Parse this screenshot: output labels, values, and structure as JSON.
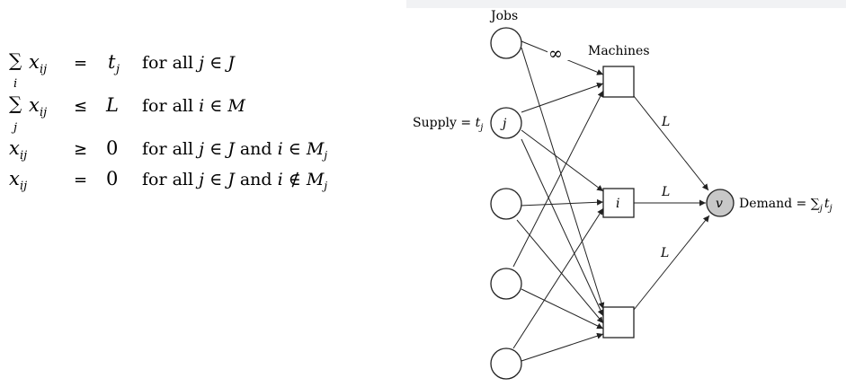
{
  "equations": [
    {
      "lhs": {
        "sum": "∑",
        "sum_index": "i",
        "var": "x",
        "sub": "ij"
      },
      "rel": "=",
      "rhs": {
        "var": "t",
        "sub": "j"
      },
      "cond": {
        "prefix": "for all ",
        "v1": "j",
        "mid": " ∈ ",
        "set": "J"
      }
    },
    {
      "lhs": {
        "sum": "∑",
        "sum_index": "j",
        "var": "x",
        "sub": "ij"
      },
      "rel": "≤",
      "rhs": {
        "var": "L"
      },
      "cond": {
        "prefix": "for all ",
        "v1": "i",
        "mid": " ∈ ",
        "set": "M"
      }
    },
    {
      "lhs": {
        "var": "x",
        "sub": "ij"
      },
      "rel": "≥",
      "rhs": {
        "num": "0"
      },
      "cond": {
        "prefix": "for all ",
        "v1": "j",
        "mid": " ∈ ",
        "set": "J",
        "and": " and ",
        "v2": "i",
        "mid2": " ∈ ",
        "set2": "M",
        "set2_sub": "j"
      }
    },
    {
      "lhs": {
        "var": "x",
        "sub": "ij"
      },
      "rel": "=",
      "rhs": {
        "num": "0"
      },
      "cond": {
        "prefix": "for all ",
        "v1": "j",
        "mid": " ∈ ",
        "set": "J",
        "and": " and ",
        "v2": "i",
        "mid2": " ∉ ",
        "set2": "M",
        "set2_sub": "j"
      }
    }
  ],
  "diagram": {
    "jobs_label": "Jobs",
    "machines_label": "Machines",
    "infinity_label": "∞",
    "supply_label": "Supply = ",
    "supply_var": "t",
    "supply_sub": "j",
    "job_node_label": "j",
    "machine_node_label": "i",
    "sink_label": "v",
    "demand_label": "Demand = ",
    "demand_sum": "∑",
    "demand_sum_sub": "j",
    "demand_var": "t",
    "demand_var_sub": "j",
    "capacity_label_top": "L",
    "capacity_label_mid": "L",
    "capacity_label_bottom": "L",
    "colors": {
      "stroke": "#222222",
      "sink_fill": "#c8c8c8",
      "node_fill": "#ffffff"
    }
  }
}
